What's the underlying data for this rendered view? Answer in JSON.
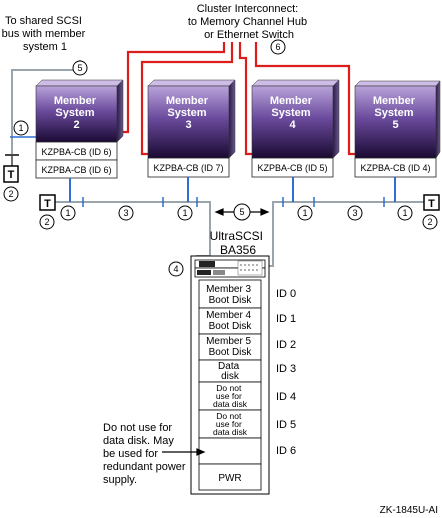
{
  "labels": {
    "shared_bus": [
      "To shared SCSI",
      "bus with member",
      "system 1"
    ],
    "interconnect": [
      "Cluster Interconnect:",
      "to Memory Channel Hub",
      "or Ethernet Switch"
    ],
    "ultrascsi": [
      "UltraSCSI",
      "BA356"
    ],
    "note": [
      "Do not use for",
      "data disk.  May",
      "be used for",
      "redundant power",
      "supply."
    ],
    "figure_id": "ZK-1845U-AI",
    "terminator": "T"
  },
  "systems": [
    {
      "title": [
        "Member",
        "System",
        "2"
      ],
      "adapters": [
        "KZPBA-CB (ID 6)",
        "KZPBA-CB (ID 6)"
      ]
    },
    {
      "title": [
        "Member",
        "System",
        "3"
      ],
      "adapters": [
        "KZPBA-CB (ID 7)"
      ]
    },
    {
      "title": [
        "Member",
        "System",
        "4"
      ],
      "adapters": [
        "KZPBA-CB (ID 5)"
      ]
    },
    {
      "title": [
        "Member",
        "System",
        "5"
      ],
      "adapters": [
        "KZPBA-CB (ID 4)"
      ]
    }
  ],
  "callouts": {
    "c1": "1",
    "c2": "2",
    "c3": "3",
    "c4": "4",
    "c5": "5",
    "c6": "6"
  },
  "slots": [
    {
      "text": [
        "Member 3",
        "Boot Disk"
      ],
      "id": "ID 0"
    },
    {
      "text": [
        "Member 4",
        "Boot Disk"
      ],
      "id": "ID 1"
    },
    {
      "text": [
        "Member 5",
        "Boot Disk"
      ],
      "id": "ID 2"
    },
    {
      "text": [
        "Data",
        "disk"
      ],
      "id": "ID 3"
    },
    {
      "text": [
        "Do not",
        "use for",
        "data disk"
      ],
      "id": "ID 4"
    },
    {
      "text": [
        "Do not",
        "use for",
        "data disk"
      ],
      "id": "ID 5"
    },
    {
      "text": [],
      "id": "ID 6"
    },
    {
      "text": [
        "PWR"
      ],
      "id": ""
    }
  ],
  "colors": {
    "system_top": "#b9a3da",
    "system_bottom": "#1a0a33",
    "interconnect": "#dd1c1c",
    "cable": "#9aa4ad",
    "bus": "#2e6fd1"
  }
}
